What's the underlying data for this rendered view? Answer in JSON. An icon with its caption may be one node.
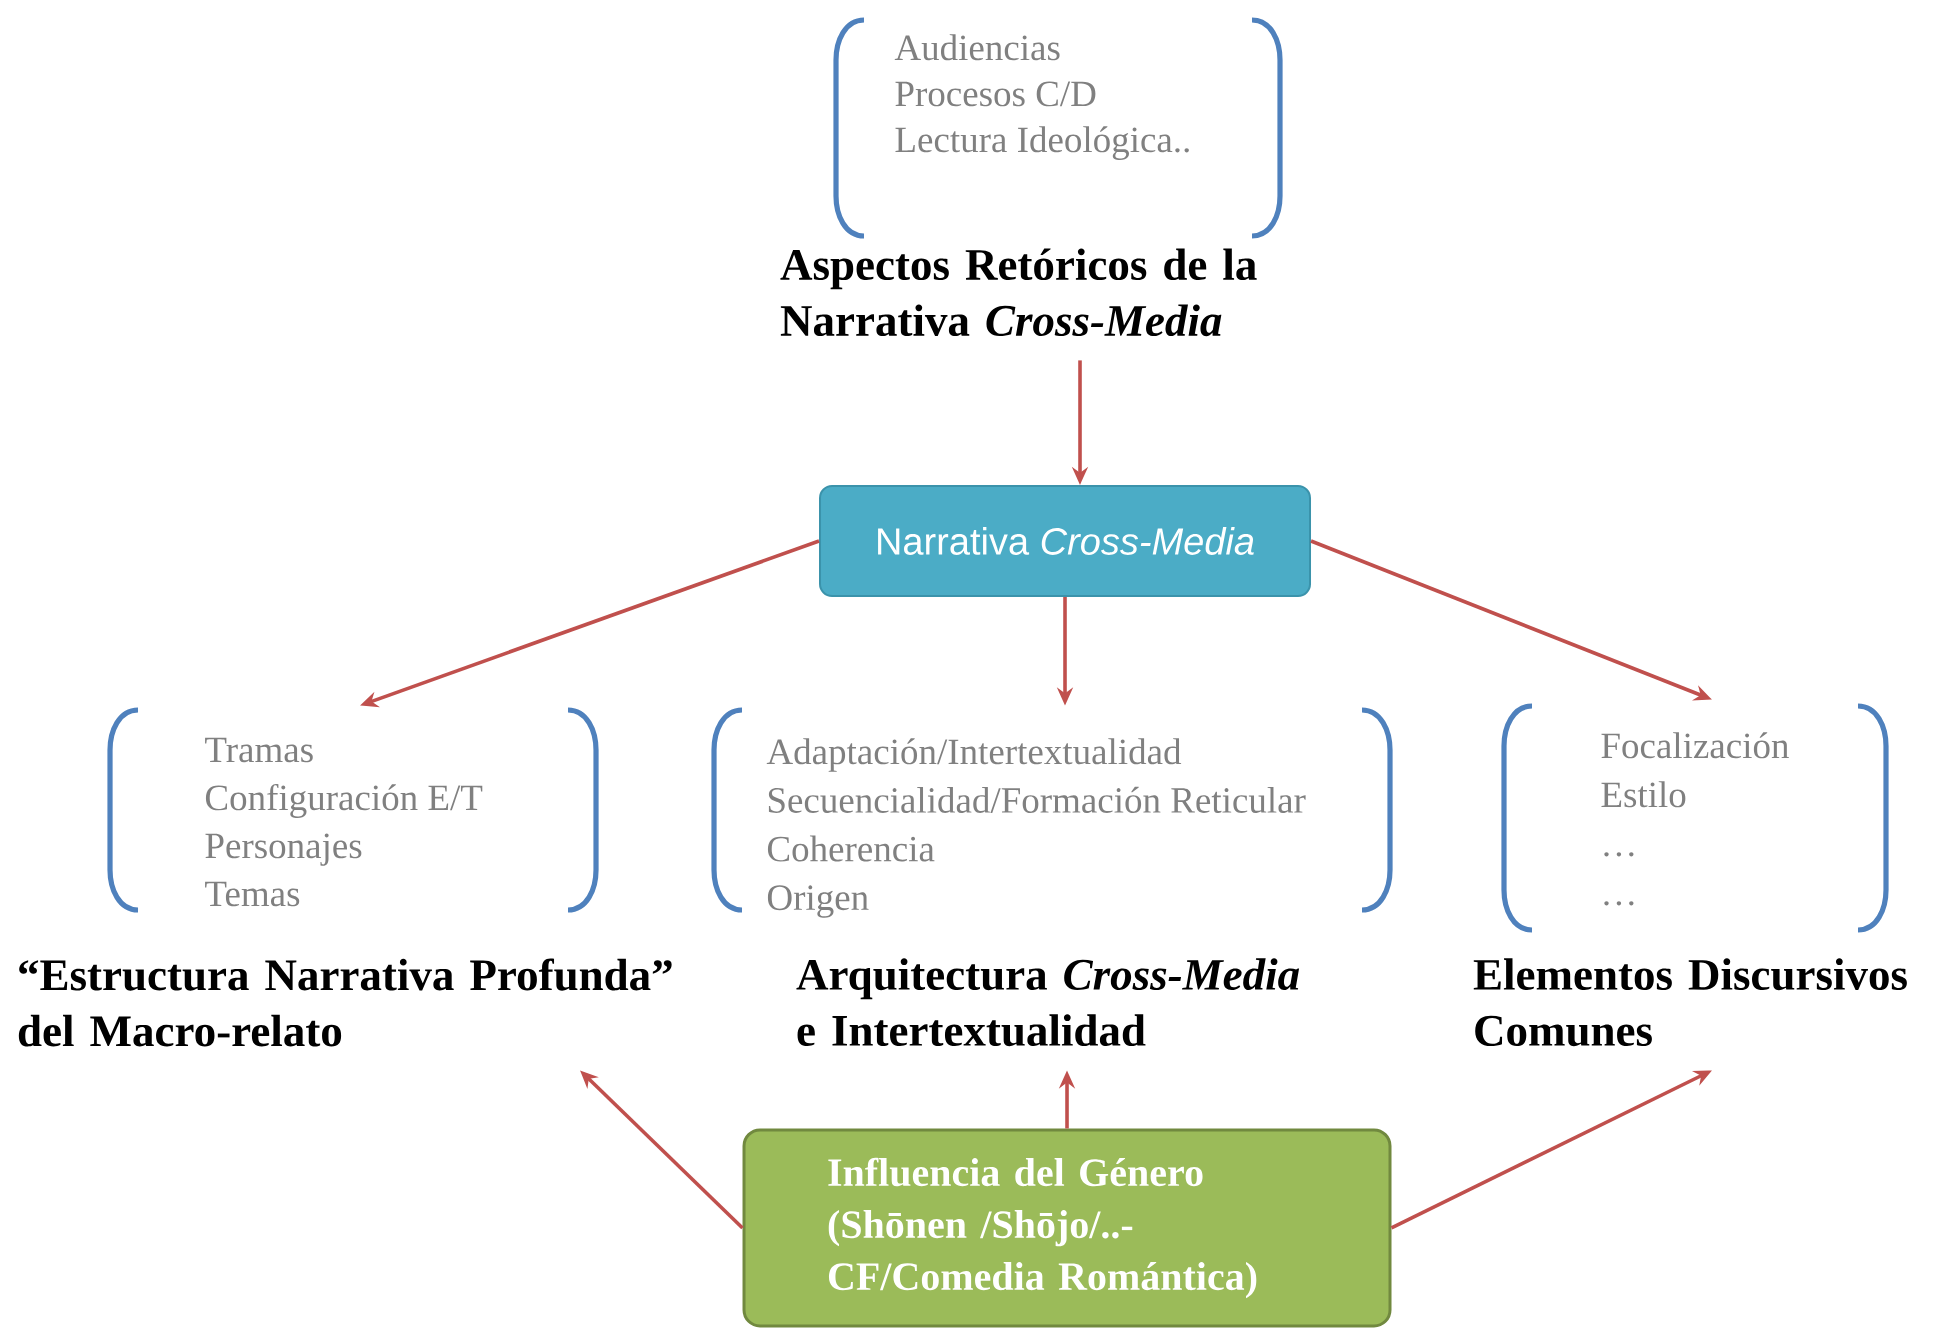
{
  "diagram": {
    "nodes": [
      {
        "text": [
          "Audiencias",
          "Procesos C/D",
          "Lectura Ideológica..",
          "Aspectos Retóricos de la Narrativa *Cross-Media*"
        ]
      },
      {
        "text": [
          "Narrativa *Cross-Media*"
        ]
      },
      {
        "text": [
          "Tramas",
          "Configuración E/T",
          "Personajes",
          "Temas",
          "“Estructura Narrativa Profunda” del Macro-relato"
        ]
      },
      {
        "text": [
          "Adaptación/Intertextualidad",
          "Secuencialidad/Formación Reticular",
          "Coherencia",
          "Origen",
          "Arquitectura *Cross-Media* e Intertextualidad"
        ]
      },
      {
        "text": [
          "Focalización",
          "Estilo",
          "…",
          "…",
          "Elementos Discursivos Comunes"
        ]
      },
      {
        "text": [
          "Influencia del Género (Shōnen /Shōjo/..- CF/Comedia Romántica)"
        ]
      }
    ],
    "edges": [
      {
        "from": 0,
        "to": 1,
        "arrow": "to"
      },
      {
        "from": 1,
        "to": 2,
        "arrow": "to"
      },
      {
        "from": 1,
        "to": 3,
        "arrow": "to"
      },
      {
        "from": 1,
        "to": 4,
        "arrow": "to"
      },
      {
        "from": 5,
        "to": 2,
        "arrow": "to"
      },
      {
        "from": 5,
        "to": 3,
        "arrow": "to"
      },
      {
        "from": 5,
        "to": 4,
        "arrow": "to"
      }
    ]
  }
}
